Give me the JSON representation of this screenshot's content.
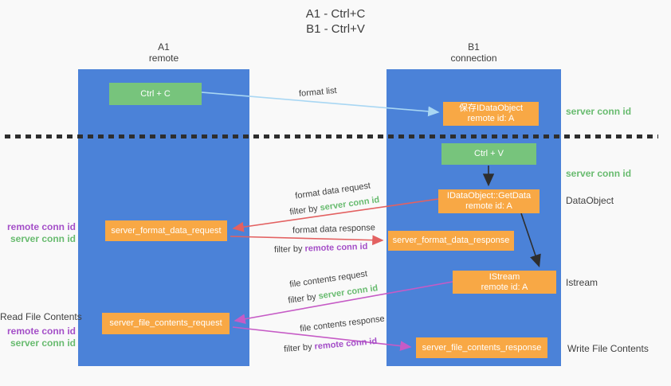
{
  "title": {
    "line1": "A1 - Ctrl+C",
    "line2": "B1 - Ctrl+V"
  },
  "lanes": {
    "a1": {
      "name": "A1",
      "subtitle": "remote"
    },
    "b1": {
      "name": "B1",
      "subtitle": "connection"
    }
  },
  "nodes": {
    "ctrl_c": {
      "label": "Ctrl + C"
    },
    "save_idataobject": {
      "line1": "保存IDataObject",
      "line2": "remote id: A"
    },
    "ctrl_v": {
      "label": "Ctrl + V"
    },
    "getdata": {
      "line1": "IDataObject::GetData",
      "line2": "remote id: A"
    },
    "format_request": {
      "label": "server_format_data_request"
    },
    "format_response": {
      "label": "server_format_data_response"
    },
    "istream": {
      "line1": "IStream",
      "line2": "remote id: A"
    },
    "file_request": {
      "label": "server_file_contents_request"
    },
    "file_response": {
      "label": "server_file_contents_response"
    }
  },
  "edge_labels": {
    "format_list": "format list",
    "format_data_request": "format data request",
    "format_data_response": "format data response",
    "file_contents_request": "file contents request",
    "file_contents_response": "file contents response",
    "filter_by": "filter by ",
    "server_conn_id": "server conn id",
    "remote_conn_id": "remote conn id"
  },
  "side_labels": {
    "server_conn_id": "server conn id",
    "remote_conn_id": "remote conn id",
    "dataobject": "DataObject",
    "istream": "Istream",
    "read_file_contents": "Read File Contents",
    "write_file_contents": "Write File Contents"
  },
  "colors": {
    "lane_blue": "#4b82d8",
    "box_green": "#77c47c",
    "box_orange": "#f8a845",
    "green_text": "#68bb6f",
    "purple_text": "#a44fc8",
    "red_arrow": "#e36161",
    "magenta_arrow": "#c65bc6",
    "light_blue_arrow": "#a9d7f3",
    "black_arrow": "#2e2e2e",
    "background": "#f9f9f9"
  }
}
